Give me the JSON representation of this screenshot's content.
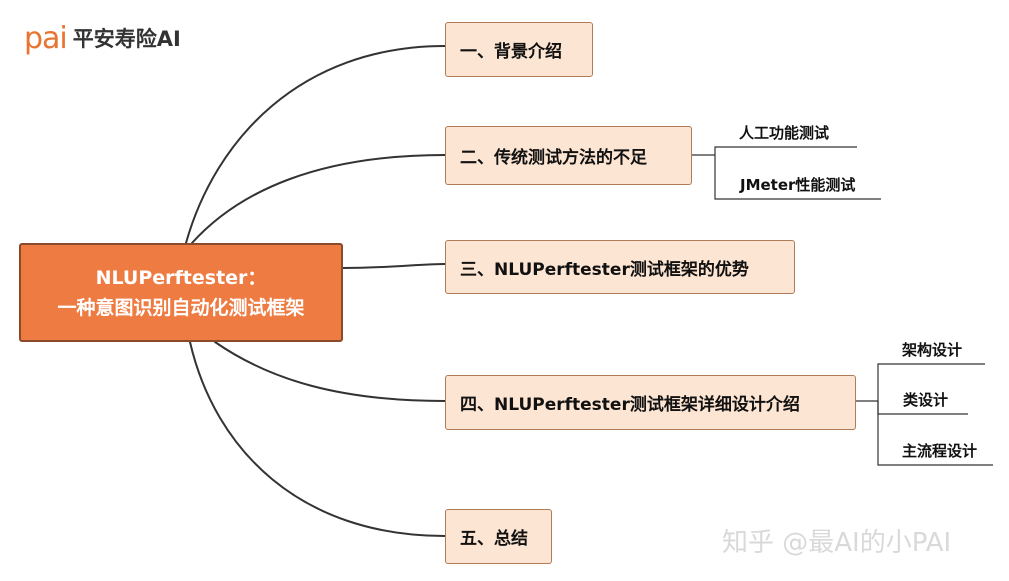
{
  "brand": {
    "logo_mark": "pai",
    "logo_text": "平安寿险AI",
    "accent": "#e8742f"
  },
  "root": {
    "line1": "NLUPerftester：",
    "line2": "一种意图识别自动化测试框架",
    "fill": "#ee7b42"
  },
  "branches": [
    {
      "label": "一、背景介绍",
      "children": []
    },
    {
      "label": "二、传统测试方法的不足",
      "children": [
        "人工功能测试",
        "JMeter性能测试"
      ]
    },
    {
      "label": "三、NLUPerftester测试框架的优势",
      "children": []
    },
    {
      "label": "四、NLUPerftester测试框架详细设计介绍",
      "children": [
        "架构设计",
        "类设计",
        "主流程设计"
      ]
    },
    {
      "label": "五、总结",
      "children": []
    }
  ],
  "watermark": "知乎 @最AI的小PAI"
}
